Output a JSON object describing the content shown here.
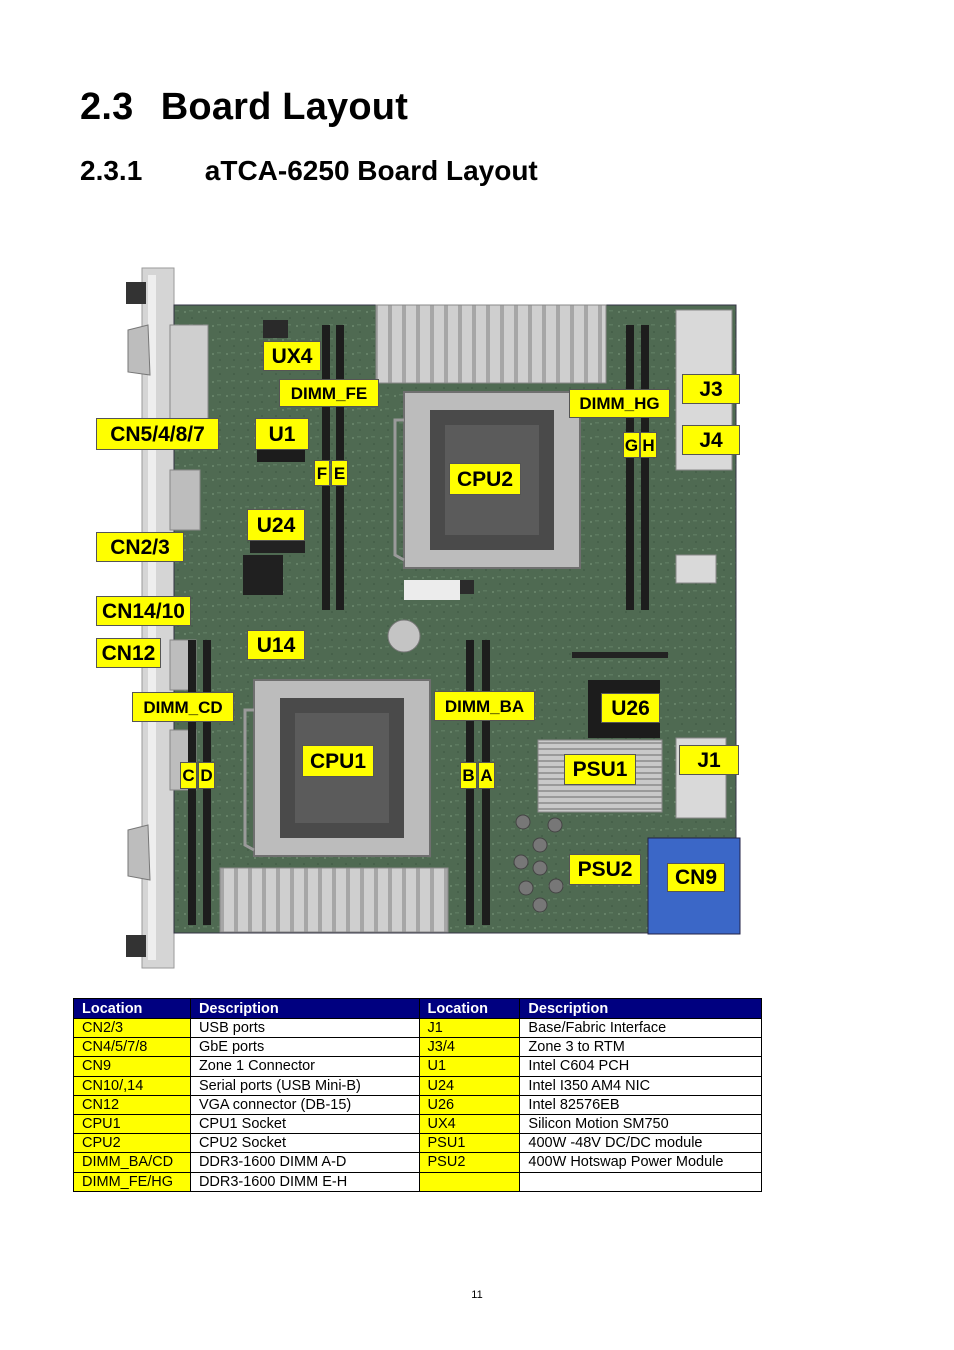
{
  "heading": {
    "number": "2.3",
    "title": "Board Layout"
  },
  "subheading": {
    "number": "2.3.1",
    "title": "aTCA-6250 Board Layout"
  },
  "callouts": {
    "ux4": "UX4",
    "dimm_fe": "DIMM_FE",
    "dimm_hg": "DIMM_HG",
    "j3": "J3",
    "j4": "J4",
    "cn5487": "CN5/4/8/7",
    "u1": "U1",
    "f": "F",
    "e": "E",
    "g": "G",
    "h": "H",
    "cpu2": "CPU2",
    "u24": "U24",
    "cn23": "CN2/3",
    "cn1410": "CN14/10",
    "cn12": "CN12",
    "u14": "U14",
    "dimm_cd": "DIMM_CD",
    "dimm_ba": "DIMM_BA",
    "u26": "U26",
    "cpu1": "CPU1",
    "j1": "J1",
    "c": "C",
    "d": "D",
    "b": "B",
    "a": "A",
    "psu1": "PSU1",
    "psu2": "PSU2",
    "cn9": "CN9"
  },
  "table": {
    "headers": [
      "Location",
      "Description",
      "Location",
      "Description"
    ],
    "rows": [
      [
        "CN2/3",
        "USB ports",
        "J1",
        "Base/Fabric Interface"
      ],
      [
        "CN4/5/7/8",
        "GbE ports",
        "J3/4",
        "Zone 3 to RTM"
      ],
      [
        "CN9",
        "Zone 1 Connector",
        "U1",
        "Intel C604 PCH"
      ],
      [
        "CN10/,14",
        "Serial ports (USB Mini-B)",
        "U24",
        "Intel I350 AM4 NIC"
      ],
      [
        "CN12",
        "VGA connector (DB-15)",
        "U26",
        "Intel 82576EB"
      ],
      [
        "CPU1",
        "CPU1 Socket",
        "UX4",
        "Silicon Motion SM750"
      ],
      [
        "CPU2",
        "CPU2 Socket",
        "PSU1",
        "400W -48V DC/DC module"
      ],
      [
        "DIMM_BA/CD",
        "DDR3-1600 DIMM A-D",
        "PSU2",
        "400W Hotswap Power Module"
      ],
      [
        "DIMM_FE/HG",
        "DDR3-1600 DIMM E-H",
        "",
        ""
      ]
    ]
  },
  "page_number": "11"
}
